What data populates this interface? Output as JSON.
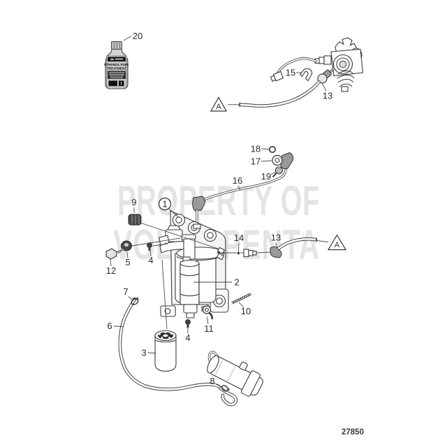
{
  "page": {
    "type": "exploded-parts-diagram",
    "drawing_number": "27850",
    "background_color": "#ffffff",
    "line_color": "#3b3b3b",
    "watermark_color": "#e4e4e4"
  },
  "watermark": {
    "line1": "PROPERTY OF",
    "line2": "VOLVO PENTA"
  },
  "bottle": {
    "label_line1": "ETHANOL FUEL",
    "label_line2": "TREATMENT"
  },
  "callouts": {
    "c20": "20",
    "c15": "15",
    "c13_top": "13",
    "a_top": "A",
    "c18": "18",
    "c17": "17",
    "c16": "16",
    "c19": "19",
    "c9": "9",
    "c1": "1",
    "c12": "12",
    "c5": "5",
    "c4_upper": "4",
    "c14": "14",
    "c13_right": "13",
    "a_right": "A",
    "c2": "2",
    "c7": "7",
    "c6": "6",
    "c3": "3",
    "c4_lower": "4",
    "c11": "11",
    "c10": "10",
    "c8": "8"
  },
  "footer": {
    "drawing_number": "27850"
  }
}
